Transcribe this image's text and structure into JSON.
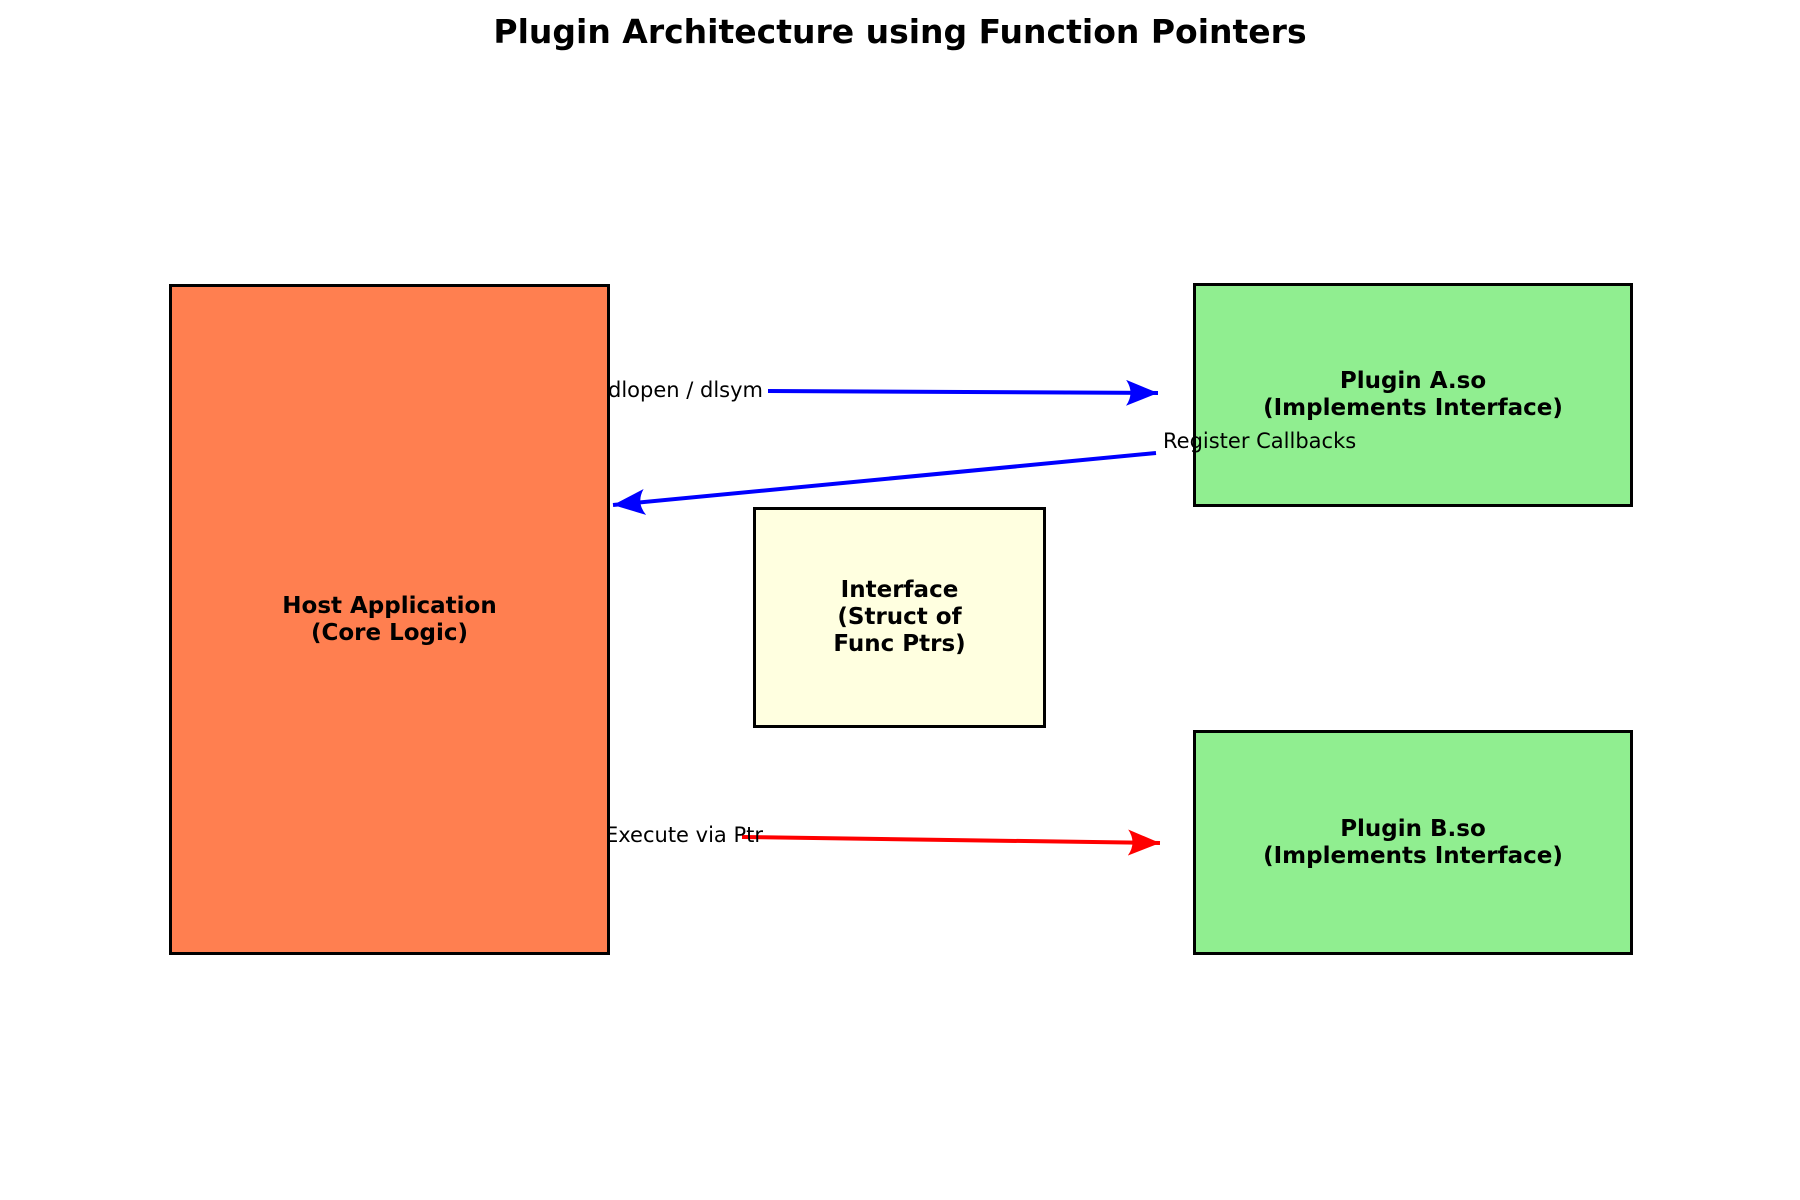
{
  "title": "Plugin Architecture using Function Pointers",
  "colors": {
    "background": "#FFFFFF",
    "host_fill": "#FF7F50",
    "plugin_fill": "#90EE90",
    "interface_fill": "#FFFFE0",
    "blue_arrow": "#0000FF",
    "red_arrow": "#FF0000",
    "border": "#000000",
    "text": "#000000"
  },
  "nodes": {
    "host": {
      "lines": [
        "Host Application",
        "(Core Logic)"
      ]
    },
    "plugin_a": {
      "lines": [
        "Plugin A.so",
        "(Implements Interface)"
      ]
    },
    "interface": {
      "lines": [
        "Interface",
        "(Struct of",
        "Func Ptrs)"
      ]
    },
    "plugin_b": {
      "lines": [
        "Plugin B.so",
        "(Implements Interface)"
      ]
    }
  },
  "arrows": {
    "dlopen": {
      "label": "dlopen / dlsym",
      "color": "#0000FF"
    },
    "register_callbacks": {
      "label": "Register Callbacks",
      "color": "#0000FF"
    },
    "execute_via_ptr": {
      "label": "Execute via Ptr",
      "color": "#FF0000"
    }
  }
}
